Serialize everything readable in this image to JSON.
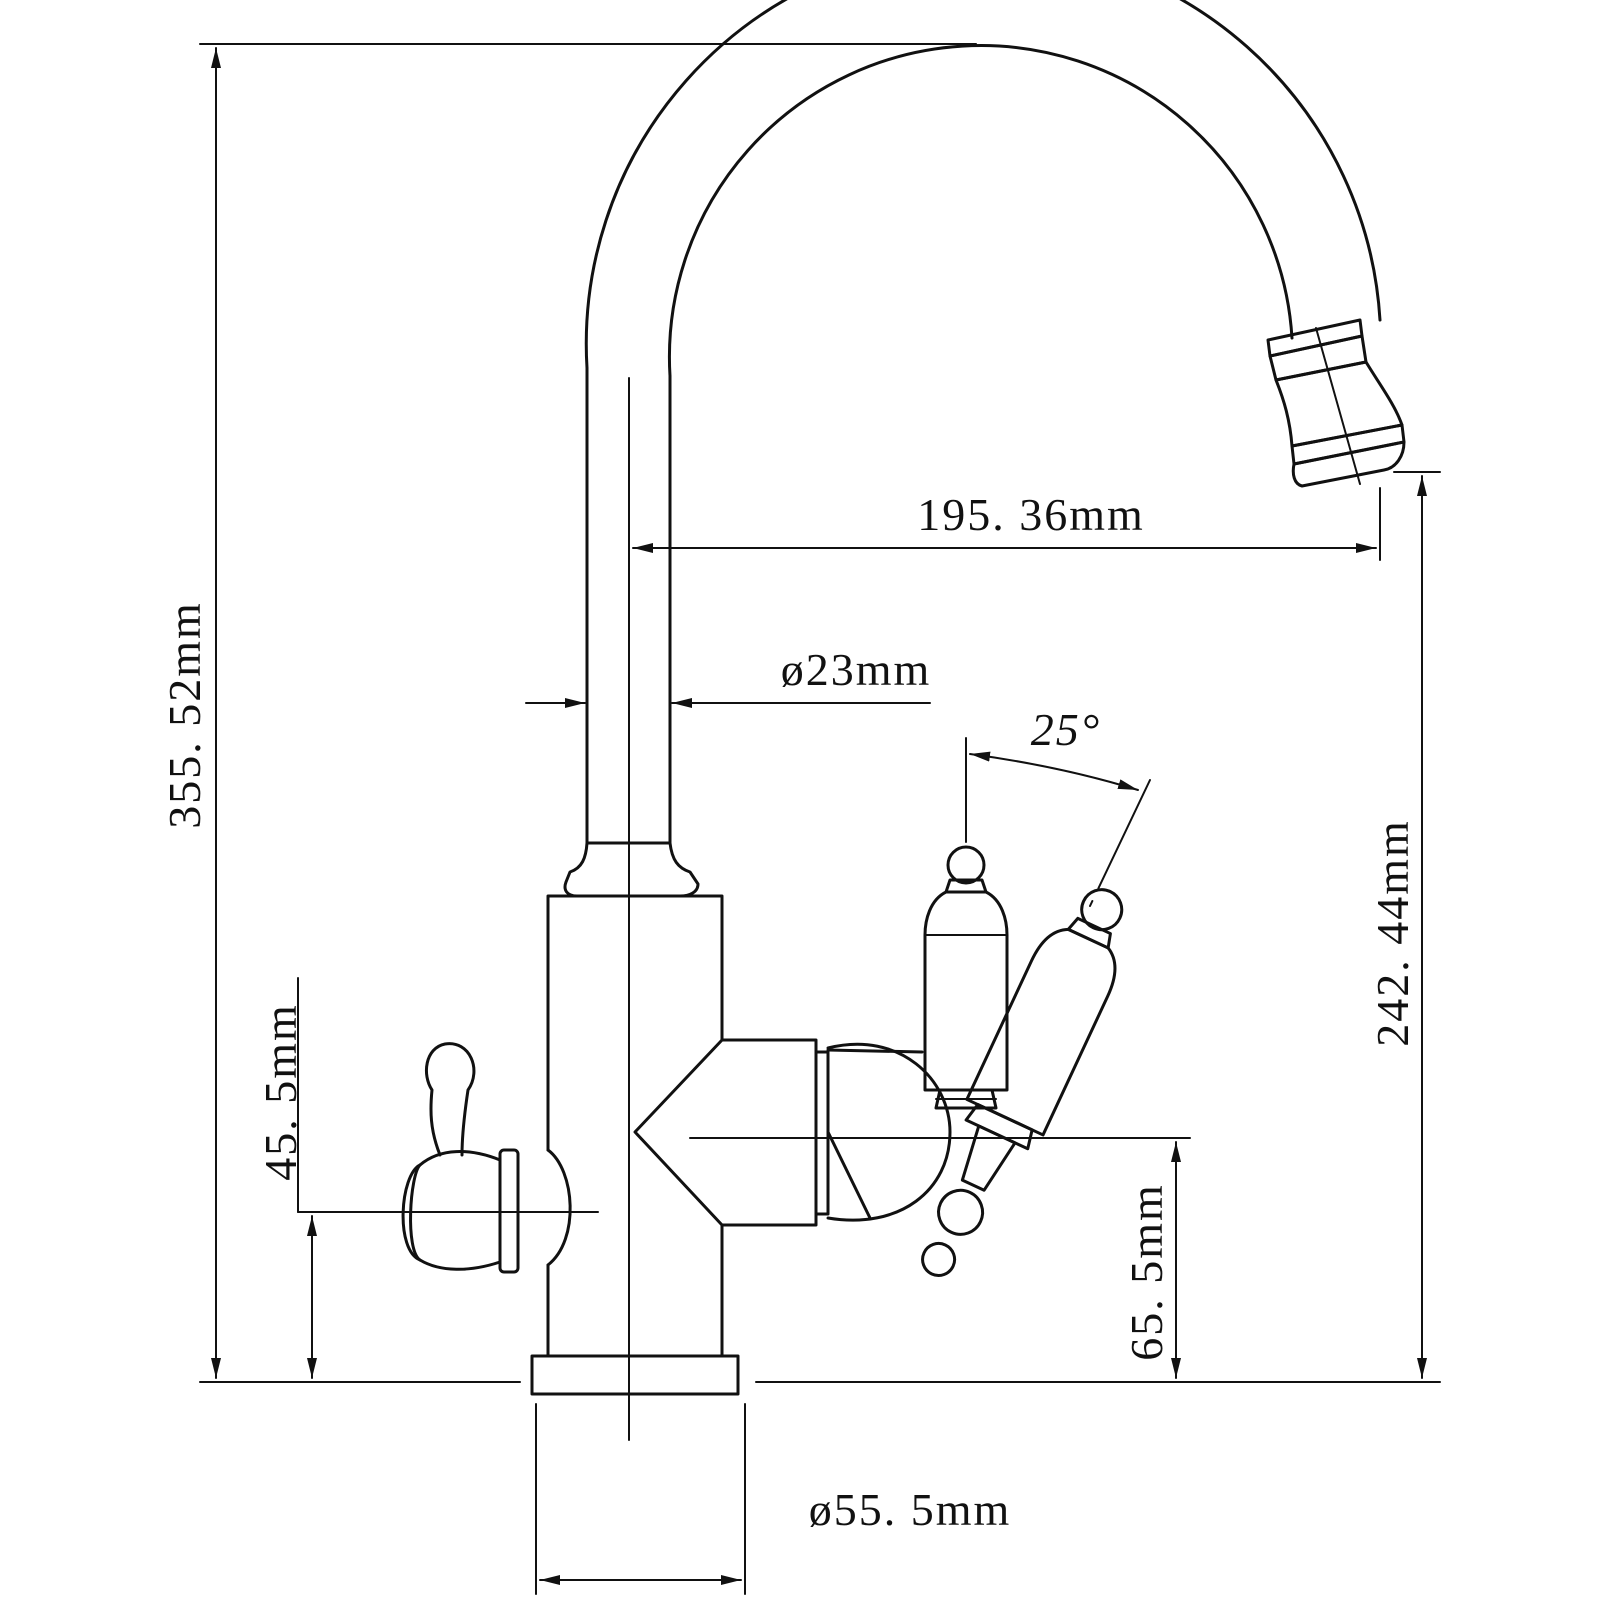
{
  "colors": {
    "ink": "#111111",
    "background": "#ffffff"
  },
  "dimensions": {
    "total_height": "355. 52mm",
    "spout_reach": "195. 36mm",
    "spout_diameter": "ø23mm",
    "handle_angle": "25°",
    "spout_height": "242. 44mm",
    "tap_height": "45. 5mm",
    "lever_height": "65. 5mm",
    "base_diameter": "ø55. 5mm"
  }
}
